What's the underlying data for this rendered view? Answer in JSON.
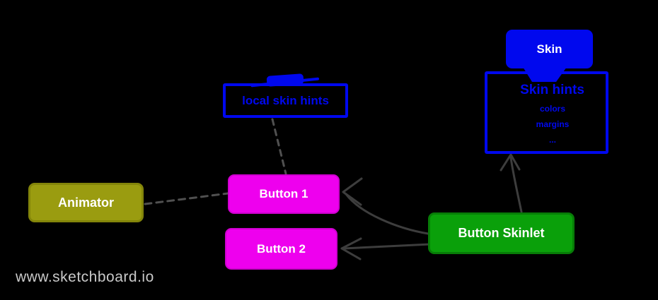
{
  "canvas": {
    "background": "#000000",
    "watermark": "www.sketchboard.io",
    "watermark_color": "#c9c9c9"
  },
  "palette": {
    "blue": "#0008ee",
    "blue_dark": "#0005c8",
    "magenta": "#ee00ee",
    "magenta_dark": "#cf00cf",
    "green": "#0aa00a",
    "green_dark": "#077d07",
    "olive": "#9a9c10",
    "olive_dark": "#83850a",
    "white": "#ffffff",
    "edge_solid": "#3d3d3d",
    "edge_dashed": "#505050"
  },
  "nodes": {
    "skin": {
      "label": "Skin"
    },
    "skin_hints": {
      "title": "Skin hints",
      "items": [
        "colors",
        "margins",
        "..."
      ]
    },
    "local_skin_hints": {
      "label": "local skin hints"
    },
    "animator": {
      "label": "Animator"
    },
    "button1": {
      "label": "Button 1"
    },
    "button2": {
      "label": "Button 2"
    },
    "button_skinlet": {
      "label": "Button Skinlet"
    }
  },
  "edges": [
    {
      "from": "Animator",
      "to": "Button 1",
      "style": "dashed",
      "arrow": "none"
    },
    {
      "from": "local skin hints",
      "to": "Button 1",
      "style": "dashed",
      "arrow": "none"
    },
    {
      "from": "Button Skinlet",
      "to": "Button 1",
      "style": "solid",
      "arrow": "open"
    },
    {
      "from": "Button Skinlet",
      "to": "Button 2",
      "style": "solid",
      "arrow": "open"
    },
    {
      "from": "Button Skinlet",
      "to": "Skin hints",
      "style": "solid",
      "arrow": "open"
    },
    {
      "from": "Skin",
      "to": "Skin hints",
      "style": "attached-tab",
      "arrow": "none"
    }
  ]
}
